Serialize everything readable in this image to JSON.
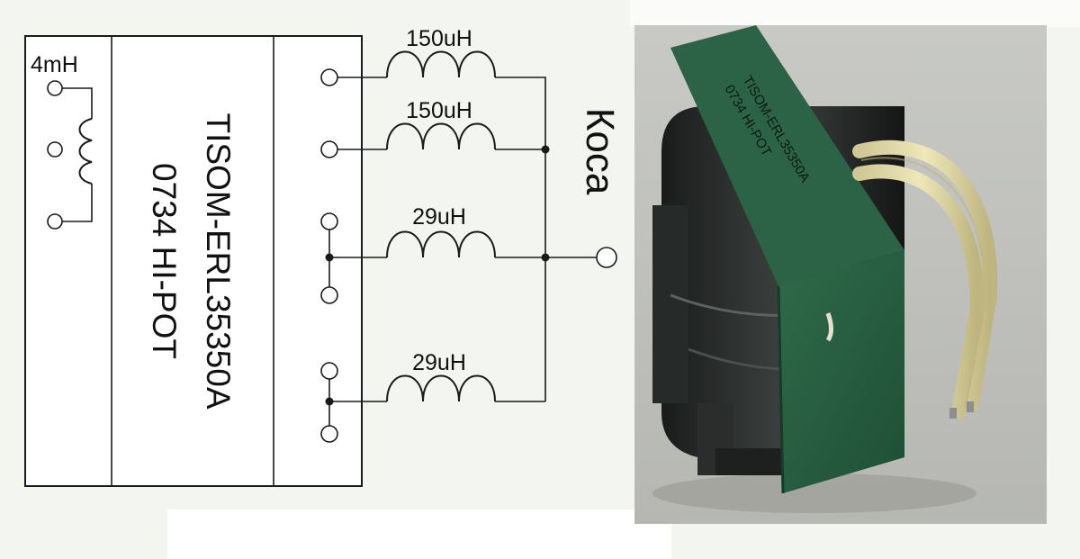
{
  "schematic": {
    "primary_inductance": "4mH",
    "part_number": "TISOM-ERL35350A",
    "part_subtitle": "0734 HI-POT",
    "output_label": "Коса",
    "windings": [
      {
        "label": "150uH"
      },
      {
        "label": "150uH"
      },
      {
        "label": "29uH"
      },
      {
        "label": "29uH"
      }
    ]
  },
  "photo": {
    "label_line1": "TISOM-ERL35350A",
    "label_line2": "0734 HI-POT"
  }
}
